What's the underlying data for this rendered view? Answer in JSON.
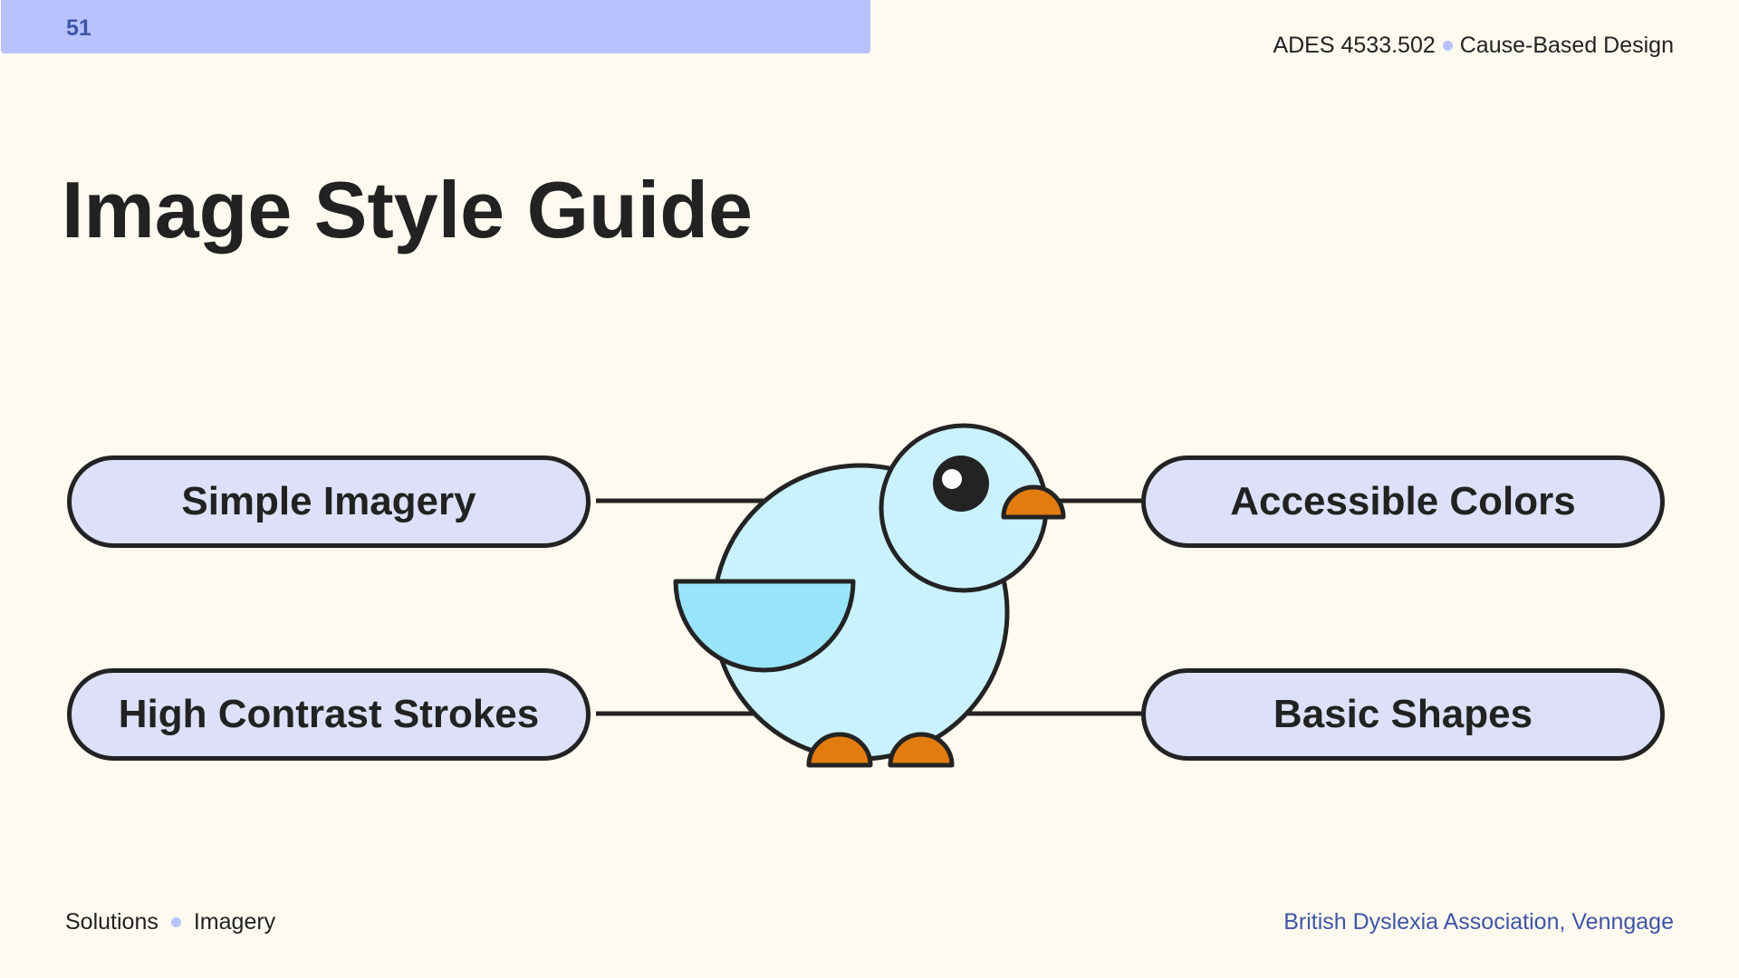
{
  "header": {
    "page_number": "51",
    "course_code": "ADES 4533.502",
    "course_name": "Cause-Based Design"
  },
  "title": "Image Style Guide",
  "diagram": {
    "center_icon": "bird-icon",
    "labels": {
      "top_left": "Simple Imagery",
      "bottom_left": "High Contrast Strokes",
      "top_right": "Accessible Colors",
      "bottom_right": "Basic Shapes"
    }
  },
  "footer": {
    "breadcrumb": [
      "Solutions",
      "Imagery"
    ],
    "source": "British Dyslexia Association, Venngage"
  },
  "colors": {
    "background": "#fefaf0",
    "accent_bar": "#b8c3fd",
    "pill_fill": "#dde0f8",
    "stroke": "#232323",
    "bird_body": "#c9f2fe",
    "bird_wing": "#98e4f9",
    "bird_beak_feet": "#e37c0e",
    "link_text": "#3f55a5"
  }
}
